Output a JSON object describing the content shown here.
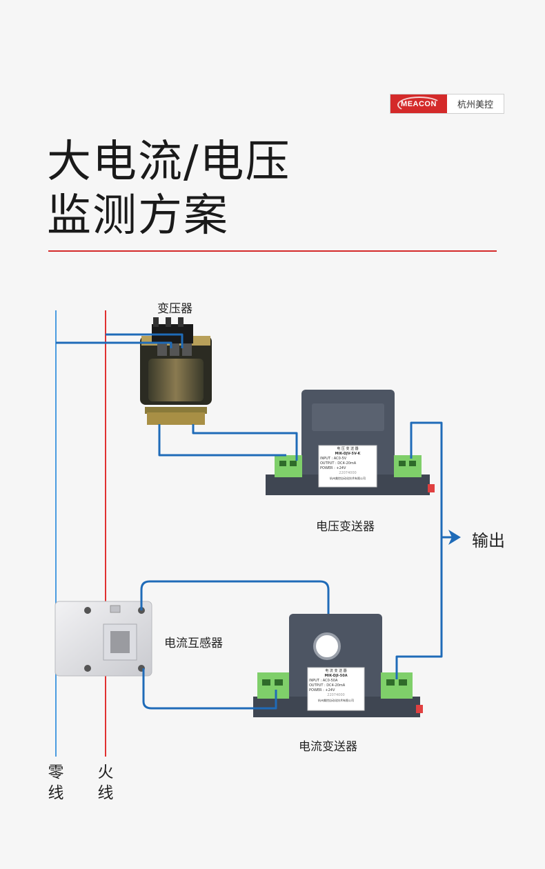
{
  "brand": {
    "logo_text": "MEACON",
    "company": "杭州美控"
  },
  "header": {
    "title_line1": "大电流/电压",
    "title_line2": "监测方案"
  },
  "labels": {
    "transformer": "变压器",
    "voltage_transmitter": "电压变送器",
    "output": "输出",
    "current_transformer": "电流互感器",
    "current_transmitter": "电流变送器",
    "neutral_wire": "零线",
    "live_wire": "火线"
  },
  "devices": {
    "voltage_transmitter_plate": {
      "line1": "电 压 变 送 器",
      "line2": "MIK-DJV-5V-K",
      "line3": "INPUT : AC0-5V",
      "line4": "OUTPUT : DC4-20mA",
      "line5": "POWER : +24V",
      "serial": "22074000",
      "maker": "杭州美控自动化技术有限公司"
    },
    "current_transmitter_plate": {
      "line1": "电 流 变 送 器",
      "line2": "MIK-DJI-50A",
      "line3": "INPUT : AC0-50A",
      "line4": "OUTPUT : DC4-20mA",
      "line5": "POWER : +24V",
      "serial": "22074000",
      "maker": "杭州美控自动化技术有限公司"
    }
  },
  "colors": {
    "accent_red": "#d42a2a",
    "wire_blue": "#1f6bb8",
    "neutral_line": "#4a9be0",
    "live_line": "#e03030",
    "transmitter_body": "#4d5563",
    "terminal_green": "#7fcf6a"
  }
}
